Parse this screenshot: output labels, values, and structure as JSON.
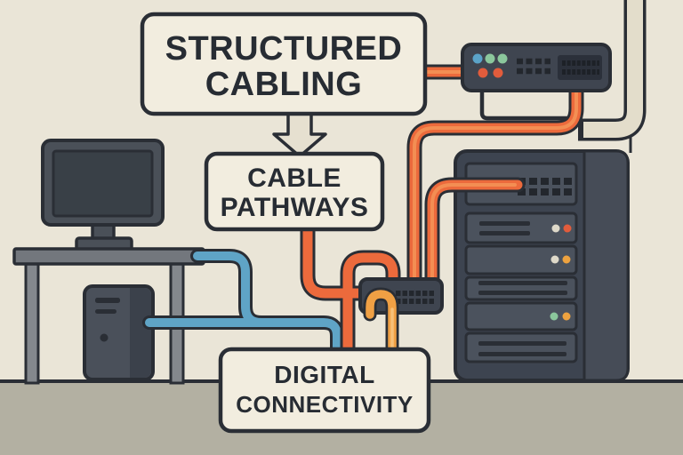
{
  "diagram_title": "Structured cabling concept diagram",
  "boxes": {
    "structured_cabling": {
      "line1": "STRUCTURED",
      "line2": "CABLING"
    },
    "cable_pathways": {
      "line1": "CABLE",
      "line2": "PATHWAYS"
    },
    "digital_connectivity": {
      "line1": "DIGITAL",
      "line2": "CONNECTIVITY"
    }
  },
  "devices": [
    "monitor",
    "desk",
    "pc-tower",
    "top-network-switch",
    "small-network-switch",
    "server-rack",
    "wall-conduit"
  ],
  "colors": {
    "wall": "#eae5d7",
    "floor": "#b3b0a2",
    "outline": "#2a2e35",
    "box_fill": "#f2eddf",
    "cable_orange": "#ec6a3c",
    "cable_orange_core": "#f49356",
    "cable_yellow": "#f0a044",
    "cable_yellow_core": "#f7c077",
    "cable_blue": "#5fa4c6",
    "conduit": "#e3ddcb",
    "device_body": "#3f4550",
    "server_panel": "#4b525d",
    "led_blue": "#5ba3c8",
    "led_green": "#8bc79c",
    "led_red": "#e25c3c",
    "led_orange": "#eda23f",
    "led_cream": "#ded9c9",
    "text": "#272c33"
  }
}
